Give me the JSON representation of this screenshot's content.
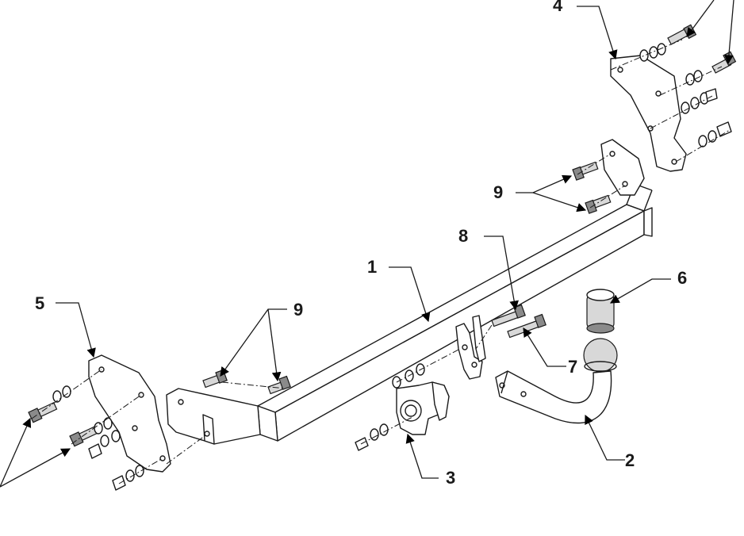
{
  "callouts": {
    "c1": "1",
    "c2": "2",
    "c3": "3",
    "c4": "4",
    "c5": "5",
    "c6": "6",
    "c7": "7",
    "c8": "8",
    "c9_top": "9",
    "c9_left": "9"
  }
}
